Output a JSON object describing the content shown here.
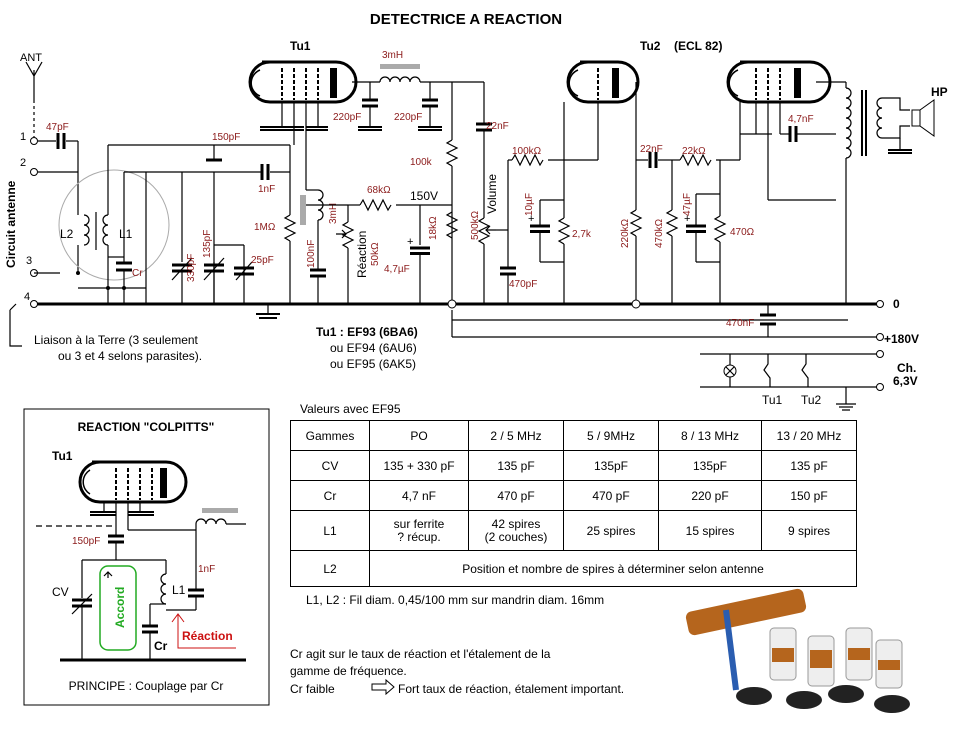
{
  "title": "DETECTRICE A REACTION",
  "tubes": {
    "tu1": "Tu1",
    "tu2": "Tu2",
    "tu2_type": "(ECL 82)",
    "tu1_variants": [
      "Tu1 : EF93 (6BA6)",
      "ou EF94 (6AU6)",
      "ou EF95 (6AK5)"
    ]
  },
  "antenna": {
    "ant": "ANT",
    "circuit_label": "Circuit antenne",
    "terminals": [
      "1",
      "2",
      "3",
      "4"
    ],
    "earth_note": [
      "Liaison à la Terre (3 seulement",
      "ou 3 et 4 selons parasites)."
    ]
  },
  "components": {
    "c47": "47pF",
    "c150": "150pF",
    "c1n": "1nF",
    "l2": "L2",
    "l1": "L1",
    "cr": "Cr",
    "c330": "330pF",
    "c135": "135pF",
    "c25": "25pF",
    "r1m": "1MΩ",
    "c100": "100nF",
    "l3mh_v": "3mH",
    "l3mh": "3mH",
    "c220a": "220pF",
    "c220b": "220pF",
    "r68k": "68kΩ",
    "v150": "150V",
    "reaction": "Réaction",
    "p50k": "50kΩ",
    "c4_7u": "4,7µF",
    "r18k": "18kΩ",
    "r100k": "100k",
    "p500k": "500kΩ",
    "volume": "Volume",
    "c22n": "22nF",
    "r100k2": "100kΩ",
    "c10u": "10µF",
    "r2_7k": "2,7k",
    "c470p": "470pF",
    "c22n2": "22nF",
    "r220k": "220kΩ",
    "r470k": "470kΩ",
    "r22k": "22kΩ",
    "c47u": "47µF",
    "r470": "470Ω",
    "c4_7n": "4,7nF",
    "c470n": "470nF",
    "hp": "HP"
  },
  "rails": {
    "zero": "0",
    "plus180": "+180V",
    "ch": "Ch.",
    "ch_v": "6,3V",
    "tu1": "Tu1",
    "tu2": "Tu2"
  },
  "colpitts": {
    "title": "REACTION \"COLPITTS\"",
    "tu1": "Tu1",
    "c150": "150pF",
    "c1n": "1nF",
    "cv": "CV",
    "l1": "L1",
    "cr": "Cr",
    "accord": "Accord",
    "reaction": "Réaction",
    "principe": "PRINCIPE : Couplage par Cr"
  },
  "table": {
    "caption": "Valeurs avec EF95",
    "header": [
      "Gammes",
      "PO",
      "2 / 5 MHz",
      "5 / 9MHz",
      "8 / 13 MHz",
      "13 / 20 MHz"
    ],
    "rows": [
      [
        "CV",
        "135 + 330 pF",
        "135 pF",
        "135pF",
        "135pF",
        "135 pF"
      ],
      [
        "Cr",
        "4,7 nF",
        "470 pF",
        "470 pF",
        "220 pF",
        "150 pF"
      ],
      [
        "L1",
        "sur ferrite\n? récup.",
        "42 spires\n(2 couches)",
        "25 spires",
        "15 spires",
        "9 spires"
      ],
      [
        "L2",
        "Position et nombre de spires à déterminer selon antenne"
      ]
    ]
  },
  "notes": {
    "wire": "L1, L2 :  Fil diam. 0,45/100 mm  sur mandrin diam. 16mm",
    "line1": "Cr agit sur le taux de réaction et l'étalement de la",
    "line2": "gamme de fréquence.",
    "line3a": "Cr faible",
    "line3b": "Fort taux de réaction, étalement important."
  },
  "colors": {
    "label_red": "#8b1a1a",
    "accord_green": "#22aa22",
    "reaction_red": "#cc1111",
    "shield_gray": "#aaaaaa"
  }
}
